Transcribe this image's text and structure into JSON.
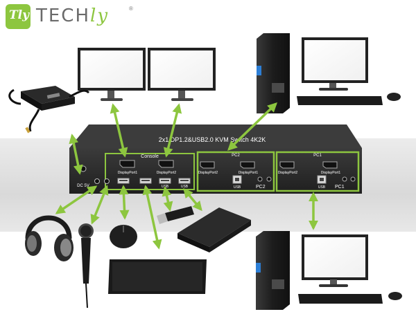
{
  "brand": {
    "logo_mark": "Tly",
    "name_prefix": "TECH",
    "name_suffix": "ly",
    "registered": "®"
  },
  "device": {
    "title": "2x1 DP1.2&USB2.0 KVM Switch 4K2K",
    "console_label": "Console",
    "pc1_label": "PC1",
    "pc2_label": "PC2",
    "pc1_port_title": "PC1",
    "pc2_port_title": "PC2",
    "console_dp1": "DisplayPort1",
    "console_dp2": "DisplayPort2",
    "pc2_dp2": "DisplayPort2",
    "pc2_dp1": "DisplayPort1",
    "pc1_dp2": "DisplayPort2",
    "pc1_dp1": "DisplayPort1",
    "dc_label": "DC 5V",
    "usb_label_1": "USB",
    "usb_label_2": "USB",
    "pc2_usb_label": "USB",
    "pc1_usb_label": "USB"
  },
  "colors": {
    "arrow": "#8dc63f",
    "device_body": "#2a2a2a",
    "highlight": "#8dc63f"
  },
  "icons": [
    "monitor-icon",
    "computer-tower-icon",
    "power-adapter-icon",
    "headphones-icon",
    "microphone-icon",
    "mouse-icon",
    "keyboard-icon",
    "usb-flash-drive-icon",
    "external-hard-drive-icon"
  ]
}
